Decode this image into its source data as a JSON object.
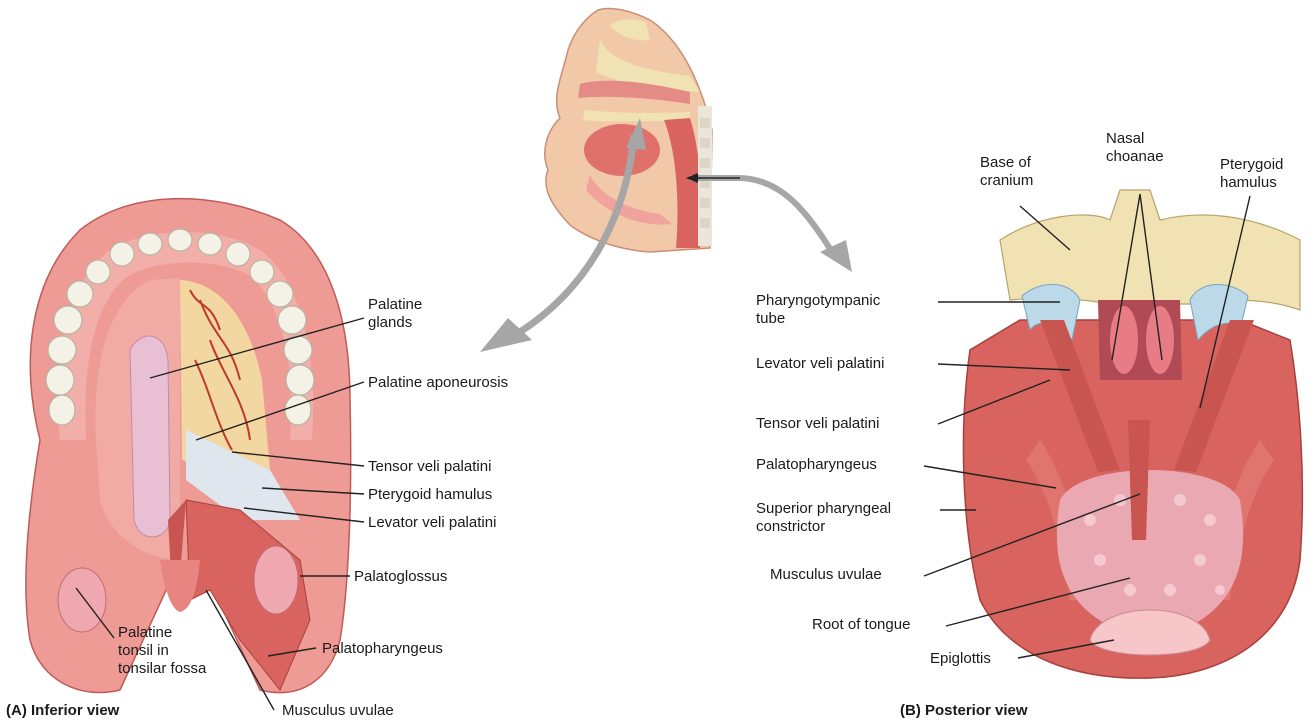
{
  "colors": {
    "muscle": "#d9645f",
    "mucosa": "#ee9b96",
    "bone": "#f1e2b4",
    "teeth": "#f4f1e6",
    "cartilage": "#bcd9ea",
    "gland": "#e9bfd4",
    "arrow": "#a6a6a6",
    "leader": "#222222"
  },
  "inferior_view": {
    "caption": "(A) Inferior view",
    "labels": {
      "palatine_glands": "Palatine\nglands",
      "palatine_aponeurosis": "Palatine aponeurosis",
      "tensor_veli_palatini": "Tensor veli palatini",
      "pterygoid_hamulus": "Pterygoid hamulus",
      "levator_veli_palatini": "Levator veli palatini",
      "palatoglossus": "Palatoglossus",
      "palatopharyngeus": "Palatopharyngeus",
      "palatine_tonsil": "Palatine\ntonsil in\ntonsilar fossa",
      "musculus_uvulae": "Musculus uvulae"
    }
  },
  "posterior_view": {
    "caption": "(B) Posterior view",
    "labels": {
      "base_of_cranium": "Base of\ncranium",
      "nasal_choanae": "Nasal\nchoanae",
      "pterygoid_hamulus": "Pterygoid\nhamulus",
      "pharyngotympanic_tube": "Pharyngotympanic\ntube",
      "levator_veli_palatini": "Levator veli palatini",
      "tensor_veli_palatini": "Tensor veli palatini",
      "palatopharyngeus": "Palatopharyngeus",
      "superior_pharyngeal_constrictor": "Superior pharyngeal\nconstrictor",
      "musculus_uvulae": "Musculus uvulae",
      "root_of_tongue": "Root of tongue",
      "epiglottis": "Epiglottis"
    }
  }
}
